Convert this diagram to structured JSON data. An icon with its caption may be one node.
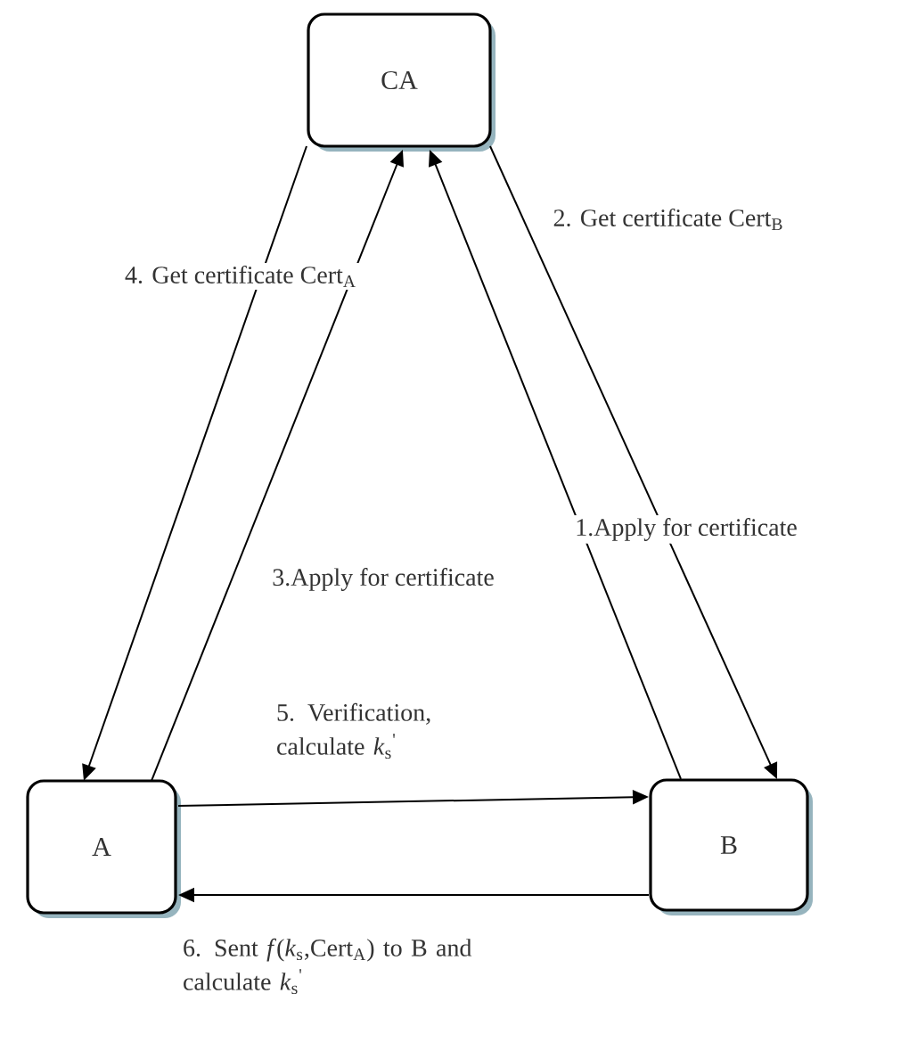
{
  "diagram": {
    "nodes": [
      {
        "text": [
          "CA"
        ]
      },
      {
        "text": [
          "A"
        ]
      },
      {
        "text": [
          "B"
        ]
      }
    ],
    "edges": [
      {
        "from": 2,
        "to": 0,
        "arrow": "to",
        "label": "1.Apply for certificate"
      },
      {
        "from": 0,
        "to": 2,
        "arrow": "to",
        "label": "2. Get certificate Cert$_{B}$"
      },
      {
        "from": 1,
        "to": 0,
        "arrow": "to",
        "label": "3.Apply for certificate"
      },
      {
        "from": 0,
        "to": 1,
        "arrow": "to",
        "label": "4. Get certificate Cert$_{A}$"
      },
      {
        "from": 1,
        "to": 2,
        "arrow": "to",
        "label": "5. Verification, calculate *k*$_{s}$$^{'}$"
      },
      {
        "from": 2,
        "to": 1,
        "arrow": "to",
        "label": "6. Sent *f*(*k*$_{s}$,Cert$_{A}$) to B and calculate *k*$_{s}$$^{'}$"
      }
    ]
  }
}
